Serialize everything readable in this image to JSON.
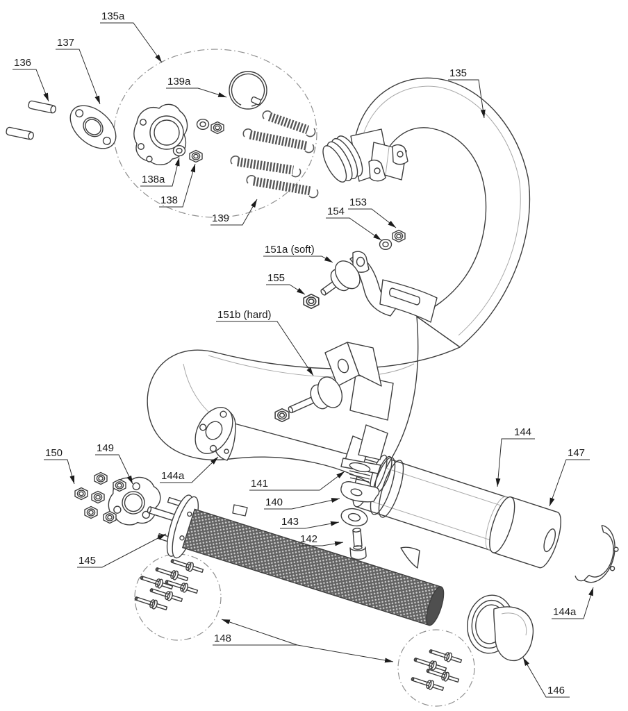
{
  "diagram": {
    "background": "#ffffff",
    "line_color": "#3d3d3d",
    "label_color": "#1b1b1b",
    "mesh_color": "#616161"
  },
  "labels": [
    {
      "part": "135a",
      "text": "135a"
    },
    {
      "part": "137",
      "text": "137"
    },
    {
      "part": "136",
      "text": "136"
    },
    {
      "part": "139a",
      "text": "139a"
    },
    {
      "part": "135",
      "text": "135"
    },
    {
      "part": "138a",
      "text": "138a"
    },
    {
      "part": "138",
      "text": "138"
    },
    {
      "part": "139",
      "text": "139"
    },
    {
      "part": "153",
      "text": "153"
    },
    {
      "part": "154",
      "text": "154"
    },
    {
      "part": "151a",
      "text": "151a (soft)"
    },
    {
      "part": "155",
      "text": "155"
    },
    {
      "part": "151b",
      "text": "151b (hard)"
    },
    {
      "part": "150",
      "text": "150"
    },
    {
      "part": "149",
      "text": "149"
    },
    {
      "part": "144a-upper",
      "text": "144a"
    },
    {
      "part": "141",
      "text": "141"
    },
    {
      "part": "140",
      "text": "140"
    },
    {
      "part": "143",
      "text": "143"
    },
    {
      "part": "142",
      "text": "142"
    },
    {
      "part": "144",
      "text": "144"
    },
    {
      "part": "147",
      "text": "147"
    },
    {
      "part": "145",
      "text": "145"
    },
    {
      "part": "144a-lower",
      "text": "144a"
    },
    {
      "part": "148",
      "text": "148"
    },
    {
      "part": "146",
      "text": "146"
    }
  ]
}
